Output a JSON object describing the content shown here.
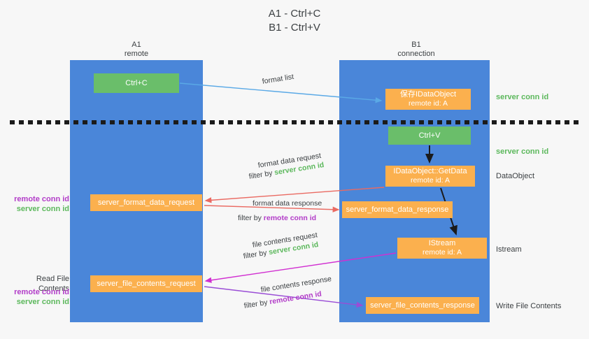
{
  "title": {
    "line1": "A1 - Ctrl+C",
    "line2": "B1 - Ctrl+V"
  },
  "columns": [
    {
      "id": "a1",
      "name": "A1",
      "sub": "remote"
    },
    {
      "id": "b1",
      "name": "B1",
      "sub": "connection"
    }
  ],
  "nodes": {
    "ctrl_c": {
      "label": "Ctrl+C",
      "color": "#6aBE6a"
    },
    "save_idataobject": {
      "label": "保存IDataObject",
      "sub": "remote id: A",
      "color": "#fbb04e"
    },
    "ctrl_v": {
      "label": "Ctrl+V",
      "color": "#6aBE6a"
    },
    "getdata": {
      "label": "IDataObject::GetData",
      "sub": "remote id: A",
      "color": "#fbb04e"
    },
    "istream": {
      "label": "IStream",
      "sub": "remote id: A",
      "color": "#fbb04e"
    },
    "server_format_data_request": {
      "label": "server_format_data_request",
      "color": "#fbb04e"
    },
    "server_format_data_response": {
      "label": "server_format_data_response",
      "color": "#fbb04e"
    },
    "server_file_contents_request": {
      "label": "server_file_contents_request",
      "color": "#fbb04e"
    },
    "server_file_contents_response": {
      "label": "server_file_contents_response",
      "color": "#fbb04e"
    }
  },
  "annotations": {
    "server_conn_id_1": "server conn id",
    "server_conn_id_2": "server conn id",
    "dataobject": "DataObject",
    "istream": "Istream",
    "write_file_contents": "Write File Contents",
    "read_file_contents": "Read File Contents",
    "left_remote_conn_id_1": "remote conn id",
    "left_server_conn_id_1": "server conn id",
    "left_remote_conn_id_2": "remote conn id",
    "left_server_conn_id_2": "server conn id"
  },
  "edge_labels": {
    "format_list": "format list",
    "format_data_request": "format data request",
    "format_data_request_filter_prefix": "filter by ",
    "format_data_request_filter_value": "server conn id",
    "format_data_response": "format data response",
    "format_data_response_filter_prefix": "filter by ",
    "format_data_response_filter_value": "remote conn id",
    "file_contents_request": "file contents request",
    "file_contents_request_filter_prefix": "filter by ",
    "file_contents_request_filter_value": "server conn id",
    "file_contents_response": "file contents response",
    "file_contents_response_filter_prefix": "filter by ",
    "file_contents_response_filter_value": "remote conn id"
  },
  "colors": {
    "lane": "#4a86d9",
    "green_node": "#6aBE6a",
    "orange_node": "#fbb04e",
    "green_text": "#5cb85c",
    "purple_text": "#b23cc8",
    "arrow_blue": "#5aa9e6",
    "arrow_red": "#ea6a62",
    "arrow_magenta": "#d12fd1",
    "arrow_purple": "#9a4dd6",
    "arrow_black": "#1b1b1b",
    "divider": "#1b1b1b"
  }
}
